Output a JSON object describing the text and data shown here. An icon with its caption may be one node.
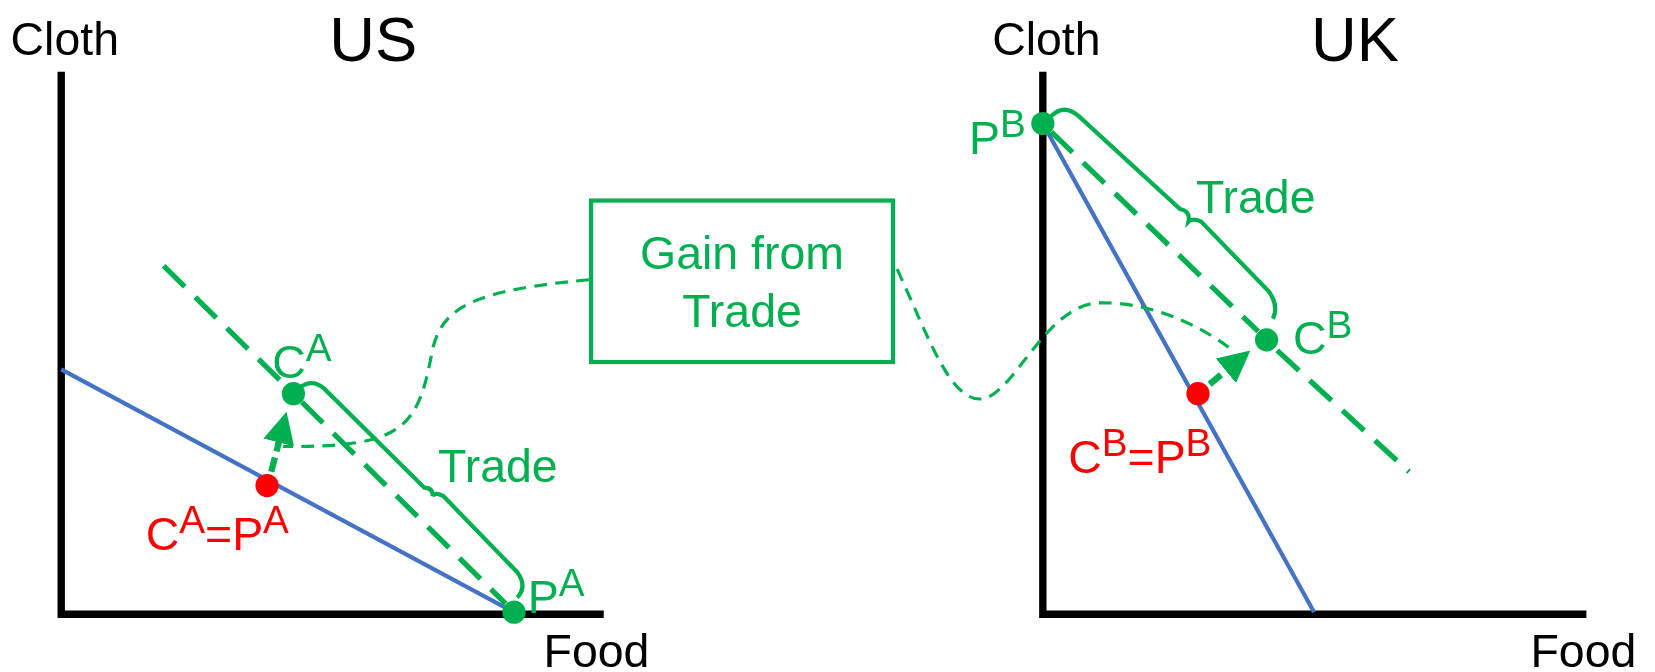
{
  "diagram": {
    "nodes": [
      {
        "text": [
          "Gain from Trade"
        ]
      },
      {
        "text": [],
        "shape": "circle",
        "beside": [
          "C$^{A}$=P$^{A}$"
        ]
      },
      {
        "text": [],
        "shape": "circle",
        "beside": [
          "C$^{A}$"
        ]
      },
      {
        "text": [],
        "shape": "circle",
        "beside": [
          "P$^{A}$"
        ]
      },
      {
        "text": [],
        "shape": "circle",
        "beside": [
          "P$^{B}$"
        ]
      },
      {
        "text": [],
        "shape": "circle",
        "beside": [
          "C$^{B}$"
        ]
      },
      {
        "text": [],
        "shape": "circle",
        "beside": [
          "C$^{B}$=P$^{B}$"
        ]
      }
    ],
    "edges": [
      {
        "from": 1,
        "to": 2,
        "arrow": "to",
        "style": "dashed"
      },
      {
        "from": 6,
        "to": 5,
        "arrow": "to",
        "style": "dashed"
      },
      {
        "from": 0,
        "to": null,
        "arrow": "none",
        "style": "dashed"
      },
      {
        "from": 0,
        "to": null,
        "arrow": "none",
        "style": "dashed"
      },
      {
        "from": 2,
        "to": 3,
        "arrow": "none",
        "style": "dashed"
      },
      {
        "from": 4,
        "to": 5,
        "arrow": "none",
        "style": "dashed"
      }
    ],
    "labels": [
      "Cloth",
      "US",
      "Cloth",
      "UK",
      "Trade",
      "Trade",
      "Food",
      "Food"
    ]
  }
}
